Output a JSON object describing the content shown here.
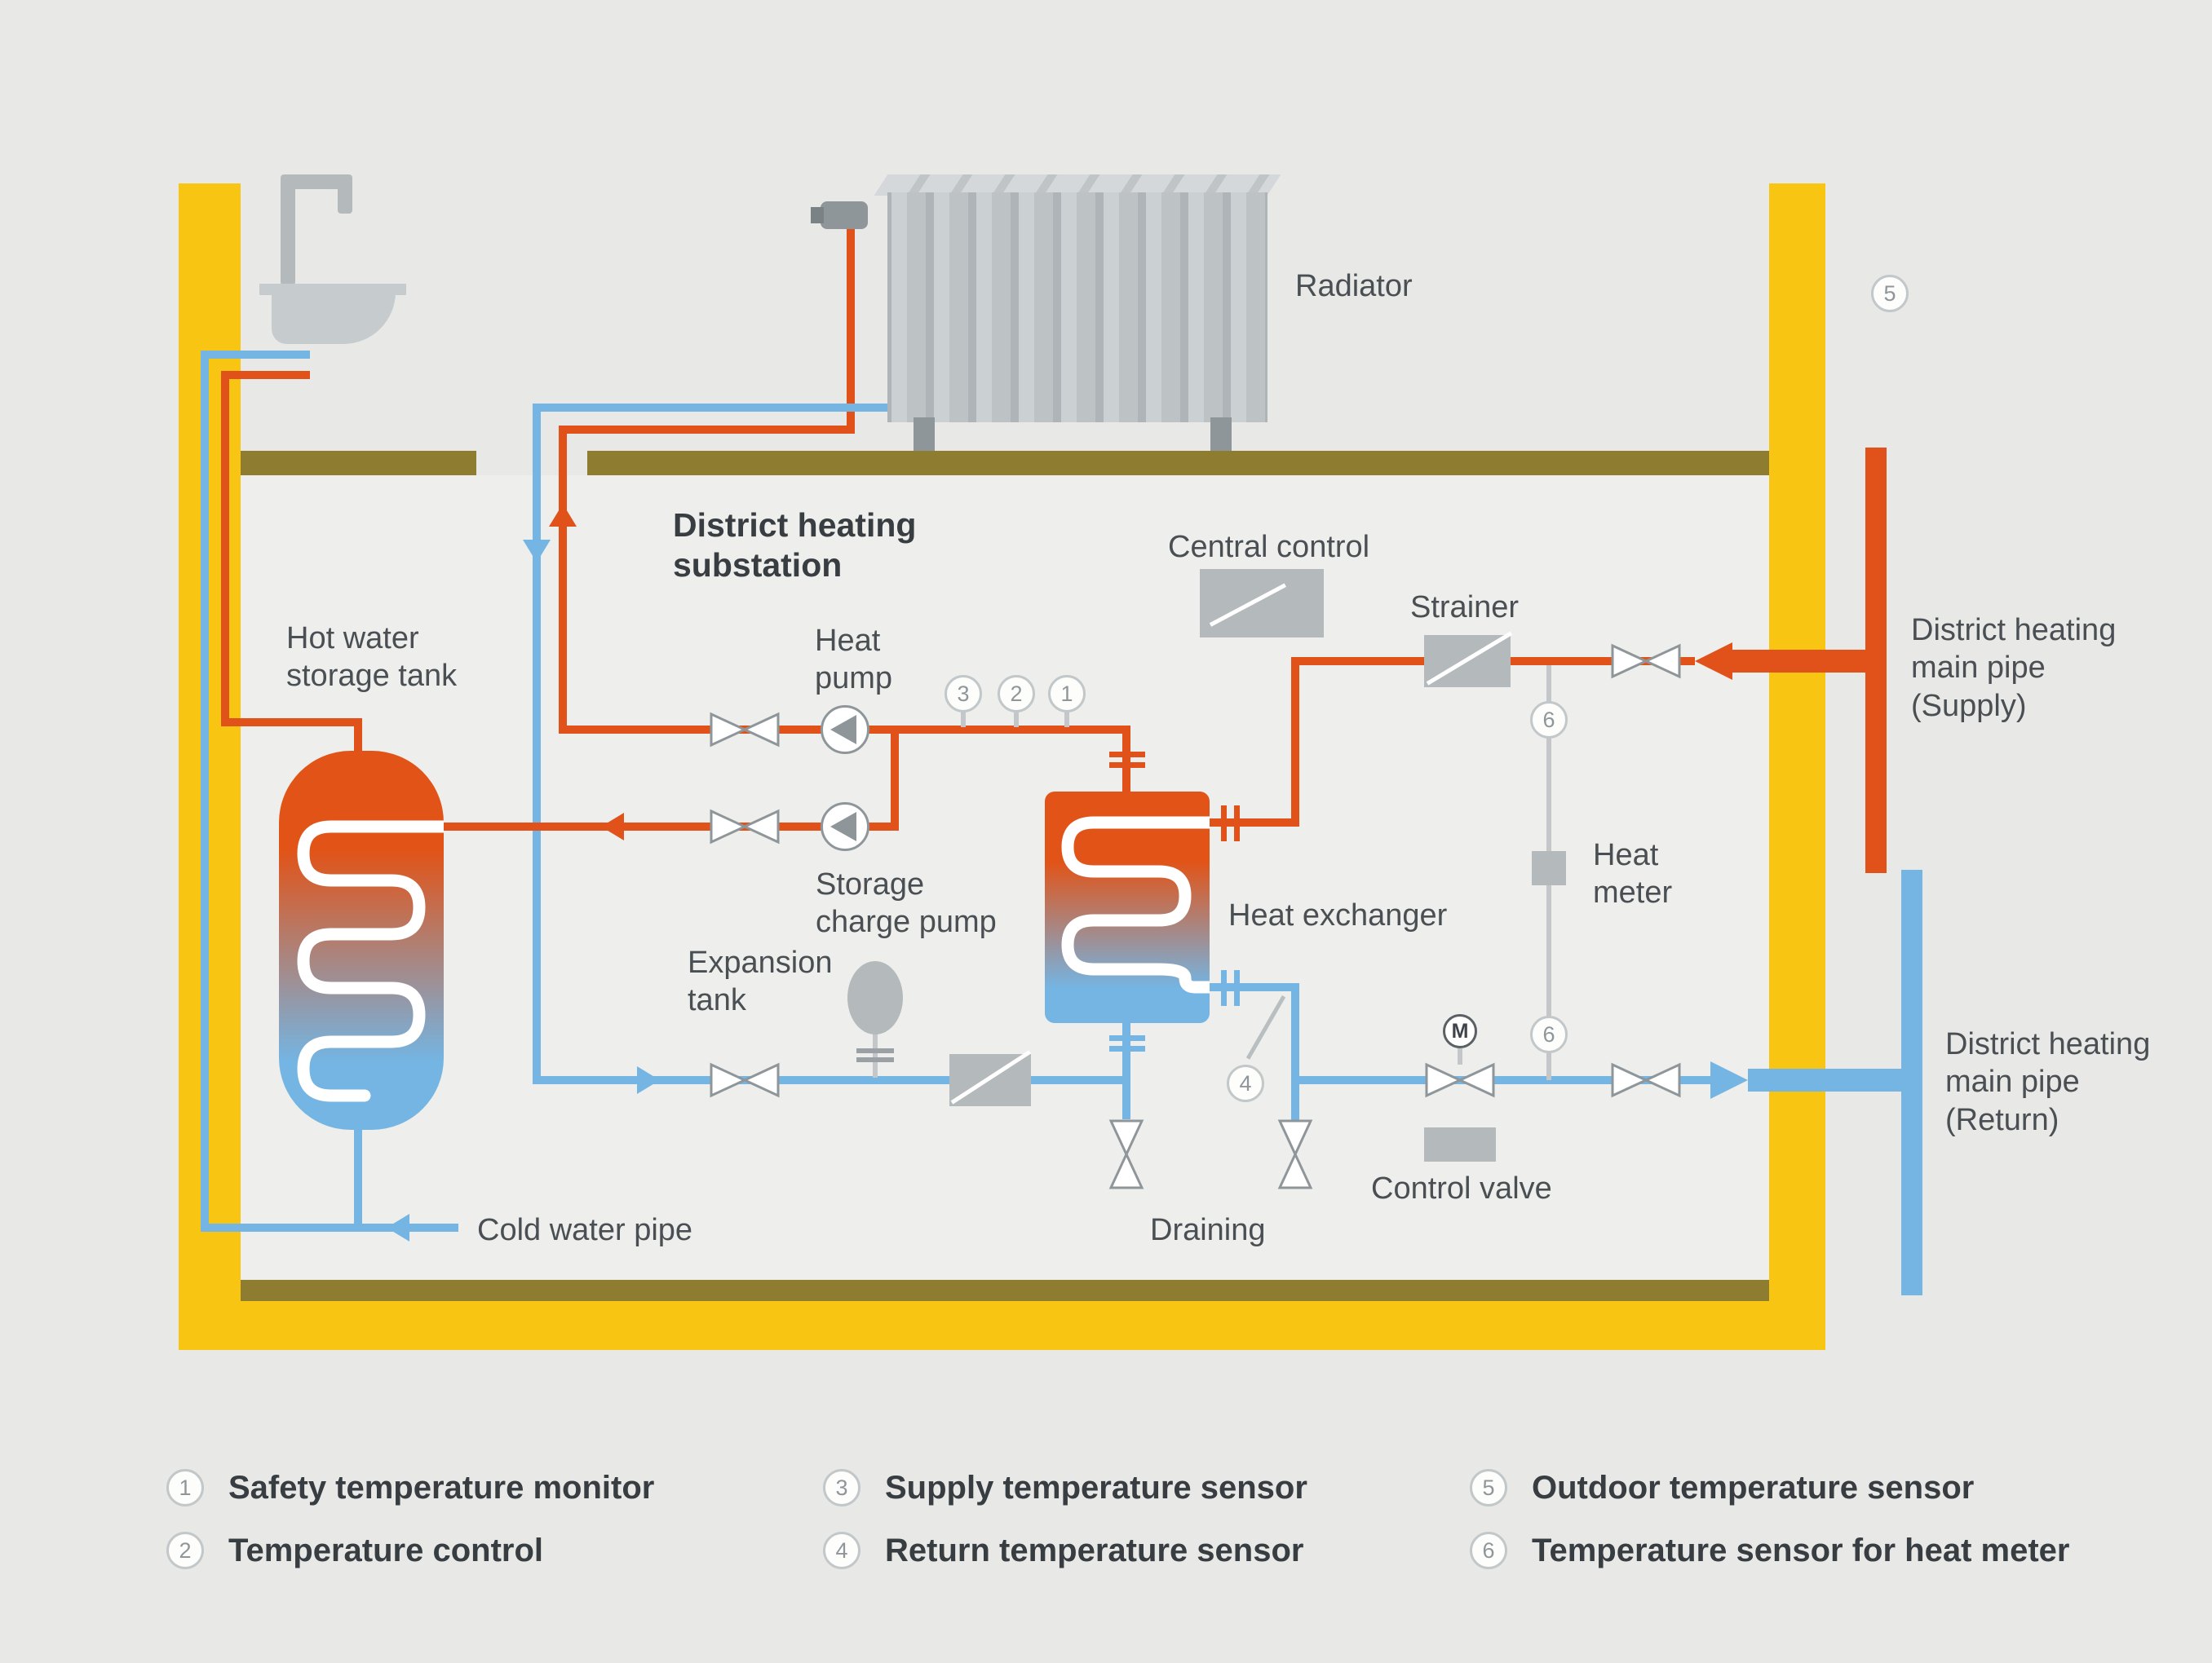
{
  "title": "District heating substation",
  "labels": {
    "radiator": "Radiator",
    "central_control": "Central control",
    "strainer": "Strainer",
    "heat_pump": "Heat pump",
    "storage_charge_pump": "Storage charge pump",
    "hot_water_storage_tank": "Hot water storage tank",
    "expansion_tank": "Expansion tank",
    "heat_exchanger": "Heat exchanger",
    "heat_meter": "Heat meter",
    "control_valve": "Control valve",
    "draining": "Draining",
    "cold_water_pipe": "Cold water pipe",
    "dh_supply": "District heating main pipe (Supply)",
    "dh_return": "District heating main pipe (Return)"
  },
  "markers": {
    "m1": "1",
    "m2": "2",
    "m3": "3",
    "m4": "4",
    "m5": "5",
    "m6_upper": "6",
    "m6_lower": "6",
    "motor": "M"
  },
  "legend": [
    {
      "num": "1",
      "label": "Safety temperature monitor"
    },
    {
      "num": "2",
      "label": "Temperature control"
    },
    {
      "num": "3",
      "label": "Supply temperature sensor"
    },
    {
      "num": "4",
      "label": "Return temperature sensor"
    },
    {
      "num": "5",
      "label": "Outdoor temperature sensor"
    },
    {
      "num": "6",
      "label": "Temperature sensor for heat meter"
    }
  ],
  "colors": {
    "supply_pipe": "#E0521A",
    "return_pipe": "#74B5E3",
    "wall": "#F9C513",
    "structure": "#8E7D30",
    "component_gray": "#B4B9BB",
    "background": "#E8E9E7"
  }
}
